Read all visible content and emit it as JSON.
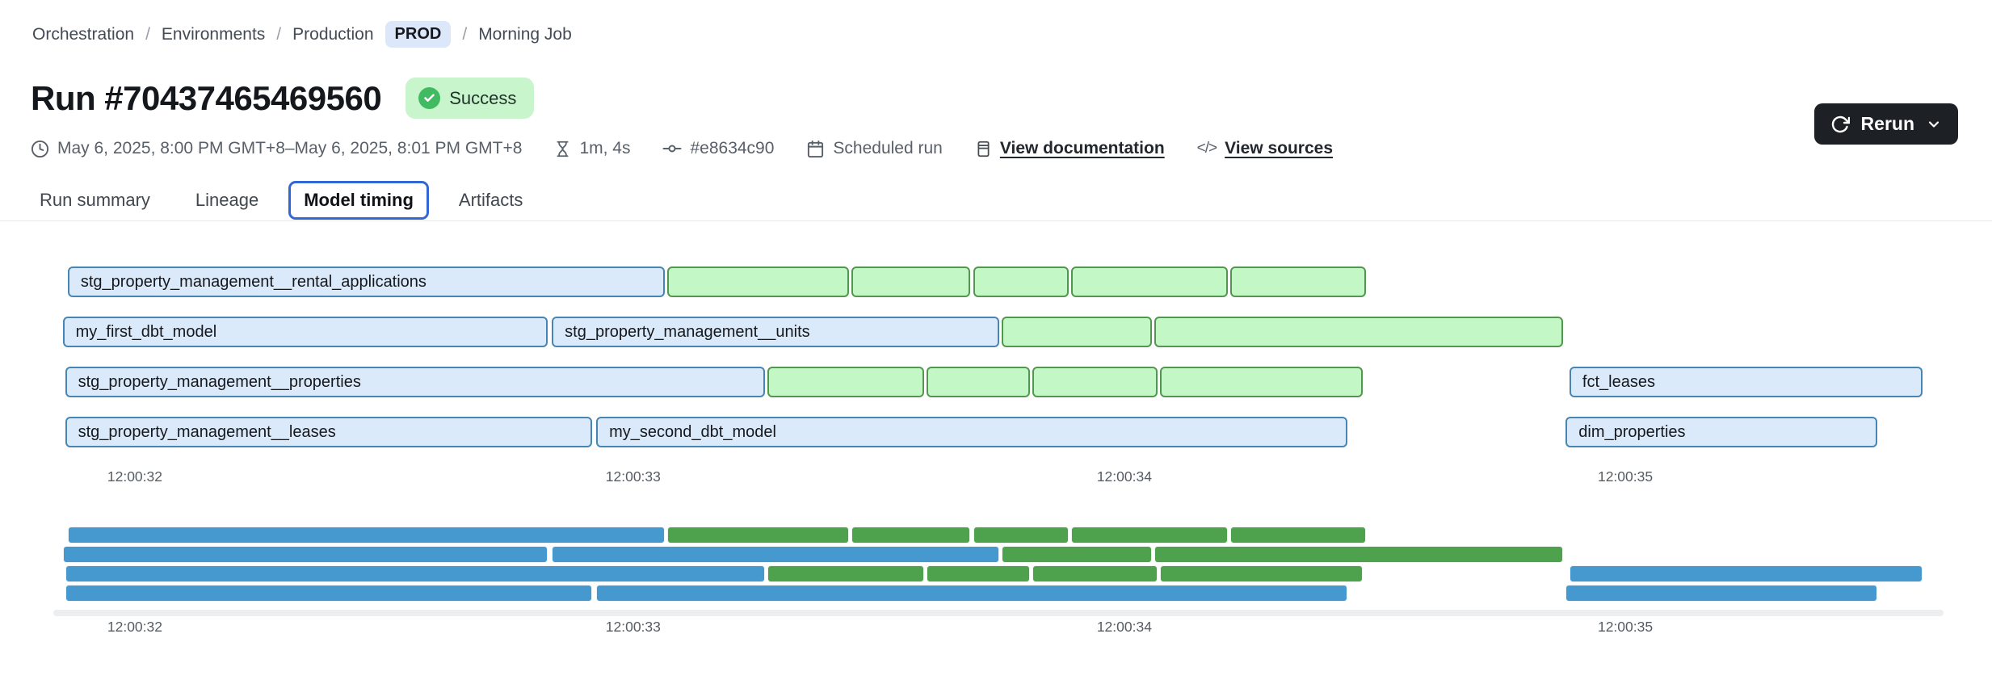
{
  "breadcrumb": {
    "items": [
      {
        "label": "Orchestration"
      },
      {
        "label": "Environments"
      },
      {
        "label": "Production",
        "badge": "PROD"
      },
      {
        "label": "Morning Job"
      }
    ]
  },
  "header": {
    "title": "Run #70437465469560",
    "status": "Success"
  },
  "meta": {
    "time_range": "May 6, 2025, 8:00 PM GMT+8–May 6, 2025, 8:01 PM GMT+8",
    "duration": "1m, 4s",
    "commit": "#e8634c90",
    "trigger": "Scheduled run",
    "doc_link": "View documentation",
    "sources_link": "View sources"
  },
  "actions": {
    "rerun_label": "Rerun"
  },
  "tabs": [
    {
      "label": "Run summary",
      "active": false
    },
    {
      "label": "Lineage",
      "active": false
    },
    {
      "label": "Model timing",
      "active": true
    },
    {
      "label": "Artifacts",
      "active": false
    }
  ],
  "chart_data": {
    "type": "gantt",
    "title": "Model timing",
    "x_ticks": [
      {
        "label": "12:00:32",
        "pos": 0.0392
      },
      {
        "label": "12:00:33",
        "pos": 0.3051
      },
      {
        "label": "12:00:34",
        "pos": 0.5672
      },
      {
        "label": "12:00:35",
        "pos": 0.8345
      }
    ],
    "palette": {
      "blue_fill": "#dbeafa",
      "blue_border": "#4786b4",
      "green_fill": "#c3f7c6",
      "green_border": "#539650",
      "mini_blue": "#4699ce",
      "mini_green": "#4ea24e"
    },
    "rows": [
      {
        "bars": [
          {
            "label": "stg_property_management__rental_applications",
            "color": "blue",
            "start": 0.0034,
            "width": 0.3186
          },
          {
            "color": "green",
            "start": 0.3234,
            "width": 0.0969
          },
          {
            "color": "green",
            "start": 0.4217,
            "width": 0.0631
          },
          {
            "color": "green",
            "start": 0.4868,
            "width": 0.0508
          },
          {
            "color": "green",
            "start": 0.539,
            "width": 0.0834
          },
          {
            "color": "green",
            "start": 0.6237,
            "width": 0.0725
          }
        ]
      },
      {
        "bars": [
          {
            "label": "my_first_dbt_model",
            "color": "blue",
            "start": 0.0007,
            "width": 0.259
          },
          {
            "label": "stg_property_management__units",
            "color": "blue",
            "start": 0.2617,
            "width": 0.2386
          },
          {
            "color": "green",
            "start": 0.5017,
            "width": 0.08
          },
          {
            "color": "green",
            "start": 0.5831,
            "width": 0.2183
          }
        ]
      },
      {
        "bars": [
          {
            "label": "stg_property_management__properties",
            "color": "blue",
            "start": 0.002,
            "width": 0.3736
          },
          {
            "color": "green",
            "start": 0.3769,
            "width": 0.0834
          },
          {
            "color": "green",
            "start": 0.4617,
            "width": 0.0549
          },
          {
            "color": "green",
            "start": 0.518,
            "width": 0.0671
          },
          {
            "color": "green",
            "start": 0.5864,
            "width": 0.1078
          },
          {
            "label": "fct_leases",
            "color": "blue",
            "start": 0.8047,
            "width": 0.1885
          }
        ]
      },
      {
        "bars": [
          {
            "label": "stg_property_management__leases",
            "color": "blue",
            "start": 0.002,
            "width": 0.2814
          },
          {
            "label": "my_second_dbt_model",
            "color": "blue",
            "start": 0.2854,
            "width": 0.4007
          },
          {
            "label": "dim_properties",
            "color": "blue",
            "start": 0.8027,
            "width": 0.1661
          }
        ]
      }
    ]
  }
}
